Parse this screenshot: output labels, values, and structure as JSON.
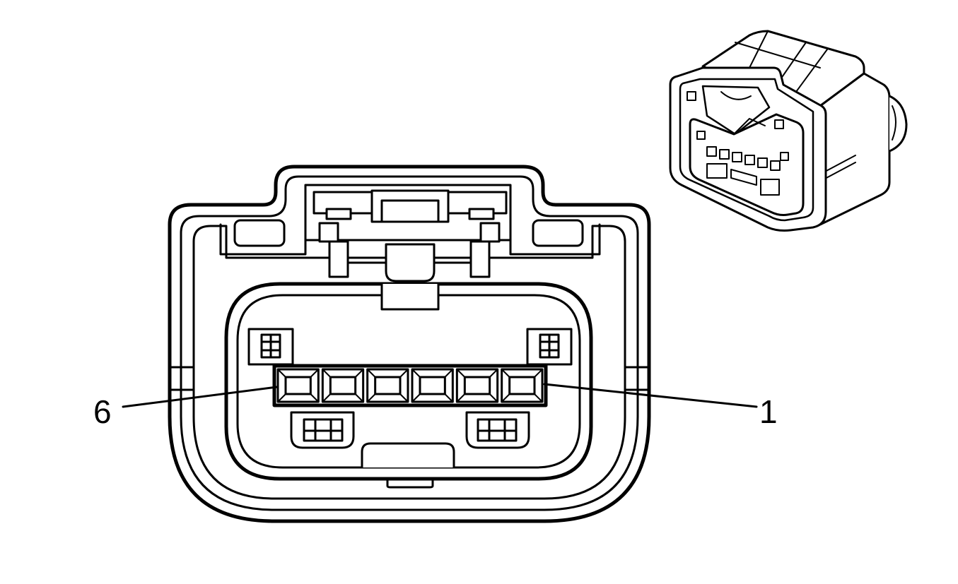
{
  "diagram": {
    "callouts": [
      {
        "id": "pin-6",
        "label": "6"
      },
      {
        "id": "pin-1",
        "label": "1"
      }
    ],
    "pin_count": 6,
    "colors": {
      "line": "#000000",
      "background": "#ffffff"
    }
  }
}
